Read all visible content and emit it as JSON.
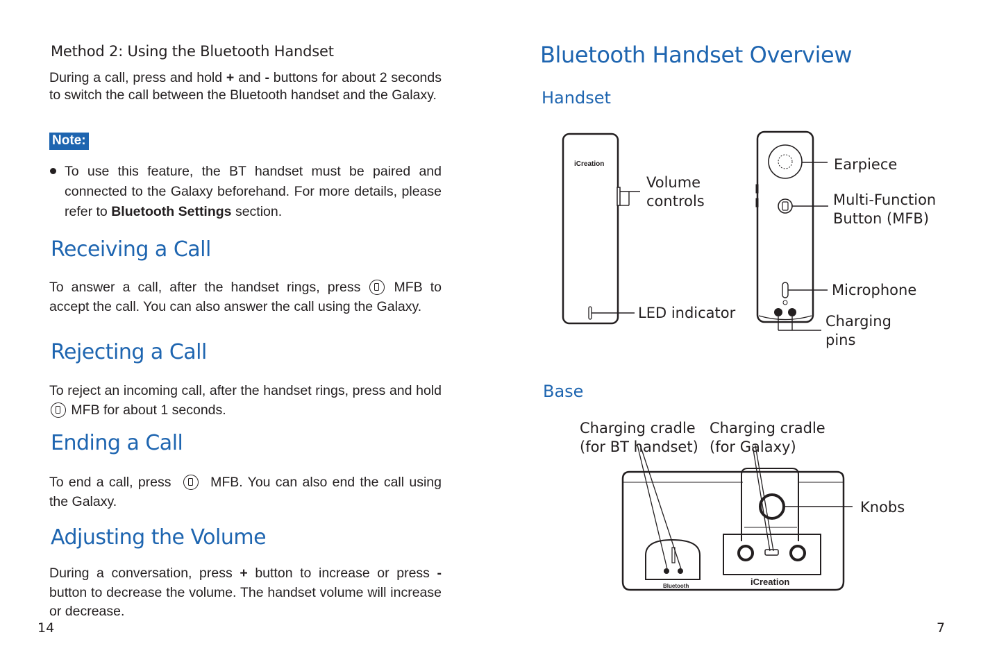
{
  "left_page": {
    "method_title": "Method 2: Using the Bluetooth Handset",
    "method_text": {
      "p1": "During a call, press and hold ",
      "plus": "+",
      "p2": " and ",
      "minus": "-",
      "p3": " buttons for about 2 seconds to switch the call between the Bluetooth handset and the Galaxy."
    },
    "note_label": "Note:",
    "note_text": {
      "p1": "To use this feature, the BT handset must be paired and connected to the Galaxy beforehand. For more details, please refer to ",
      "bold": "Bluetooth Settings",
      "p2": " section."
    },
    "receiving": {
      "heading": "Receiving a Call",
      "p1": "To answer a call, after the handset rings, press ",
      "p2": " MFB to accept the call. You can also answer the call using the Galaxy."
    },
    "rejecting": {
      "heading": "Rejecting a Call",
      "p1": "To reject an incoming call, after the handset rings, press and hold ",
      "p2": " MFB for about 1 seconds."
    },
    "ending": {
      "heading": "Ending a Call",
      "p1": "To end a call, press ",
      "p2": " MFB. You can also end the call using the Galaxy."
    },
    "volume": {
      "heading": "Adjusting the Volume",
      "p1": "During a conversation, press ",
      "plus": "+",
      "p2": " button to increase or press ",
      "minus": "-",
      "p3": " button to decrease the volume. The handset volume will increase or decrease."
    },
    "page_number": "14"
  },
  "right_page": {
    "title": "Bluetooth Handset Overview",
    "handset_section": "Handset",
    "base_section": "Base",
    "labels": {
      "volume_controls_1": "Volume",
      "volume_controls_2": "controls",
      "led_indicator": "LED indicator",
      "earpiece": "Earpiece",
      "mfb_1": "Multi-Function",
      "mfb_2": "Button (MFB)",
      "microphone": "Microphone",
      "charging_pins_1": "Charging",
      "charging_pins_2": "pins",
      "cradle_bt_1": "Charging cradle",
      "cradle_bt_2": "(for BT handset)",
      "cradle_galaxy_1": "Charging cradle",
      "cradle_galaxy_2": "(for Galaxy)",
      "knobs": "Knobs"
    },
    "logo_text": "iCreation",
    "bluetooth_text": "Bluetooth",
    "page_number": "7"
  }
}
